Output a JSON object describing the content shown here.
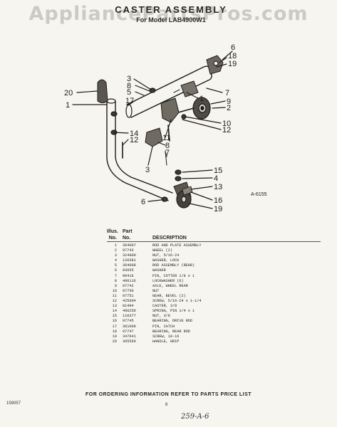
{
  "header": {
    "watermark": "AppliancePartsPros.com",
    "title": "CASTER ASSEMBLY",
    "subtitle": "For Model LAB4900W1"
  },
  "diagram": {
    "figure_code": "A-6155",
    "callouts": [
      {
        "id": "c6a",
        "label": "6"
      },
      {
        "id": "c18",
        "label": "18"
      },
      {
        "id": "c19a",
        "label": "19"
      },
      {
        "id": "c3a",
        "label": "3"
      },
      {
        "id": "c8a",
        "label": "8"
      },
      {
        "id": "c5",
        "label": "5"
      },
      {
        "id": "c17",
        "label": "17"
      },
      {
        "id": "c20",
        "label": "20"
      },
      {
        "id": "c1a",
        "label": "1"
      },
      {
        "id": "c7a",
        "label": "7"
      },
      {
        "id": "c1b",
        "label": "1"
      },
      {
        "id": "c9",
        "label": "9"
      },
      {
        "id": "c2",
        "label": "2"
      },
      {
        "id": "c10",
        "label": "10"
      },
      {
        "id": "c12a",
        "label": "12"
      },
      {
        "id": "c11",
        "label": "11"
      },
      {
        "id": "c14",
        "label": "14"
      },
      {
        "id": "c12b",
        "label": "12"
      },
      {
        "id": "c8b",
        "label": "8"
      },
      {
        "id": "c7b",
        "label": "7"
      },
      {
        "id": "c3b",
        "label": "3"
      },
      {
        "id": "c15",
        "label": "15"
      },
      {
        "id": "c4",
        "label": "4"
      },
      {
        "id": "c13",
        "label": "13"
      },
      {
        "id": "c6b",
        "label": "6"
      },
      {
        "id": "c16",
        "label": "16"
      },
      {
        "id": "c19b",
        "label": "19"
      }
    ]
  },
  "parts_list": {
    "headers": {
      "illus": "Illus.",
      "no": "No.",
      "part": "Part",
      "part_no": "No.",
      "description": "DESCRIPTION"
    },
    "rows": [
      {
        "no": "1",
        "part": "364007",
        "desc": "ROD AND PLATE ASSEMBLY"
      },
      {
        "no": "2",
        "part": "97743",
        "desc": "WHEEL (2)"
      },
      {
        "no": "3",
        "part": "324900",
        "desc": "NUT, 5/16-24"
      },
      {
        "no": "4",
        "part": "120381",
        "desc": "WASHER, LOCK"
      },
      {
        "no": "5",
        "part": "364008",
        "desc": "ROD ASSEMBLY (REAR)"
      },
      {
        "no": "6",
        "part": "93655",
        "desc": "WASHER"
      },
      {
        "no": "7",
        "part": "90416",
        "desc": "PIN, COTTER 1/8 x 1"
      },
      {
        "no": "8",
        "part": "496116",
        "desc": "LOCKWASHER (6)"
      },
      {
        "no": "9",
        "part": "97742",
        "desc": "AXLE, WHEEL REAR"
      },
      {
        "no": "10",
        "part": "97750",
        "desc": "NUT"
      },
      {
        "no": "11",
        "part": "97751",
        "desc": "GEAR, BEVEL (2)"
      },
      {
        "no": "12",
        "part": "425694",
        "desc": "SCREW, 5/16-24 x 1-1/4"
      },
      {
        "no": "13",
        "part": "81494",
        "desc": "CASTER, 3/8"
      },
      {
        "no": "14",
        "part": "496259",
        "desc": "SPRING, PIN 1/4 x 1"
      },
      {
        "no": "15",
        "part": "110377",
        "desc": "NUT, 3/8"
      },
      {
        "no": "16",
        "part": "97745",
        "desc": "BEARING, DRIVE ROD"
      },
      {
        "no": "17",
        "part": "361009",
        "desc": "PIN, CATCH"
      },
      {
        "no": "18",
        "part": "97747",
        "desc": "BEARING, REAR ROD"
      },
      {
        "no": "19",
        "part": "347641",
        "desc": "SCREW, 10-16"
      },
      {
        "no": "20",
        "part": "365569",
        "desc": "HANDLE, GRIP"
      }
    ]
  },
  "footer": {
    "ordering_note": "FOR ORDERING INFORMATION REFER TO PARTS PRICE LIST",
    "left_code": "159057",
    "page_number": "6",
    "handwritten": "259-A-6"
  }
}
